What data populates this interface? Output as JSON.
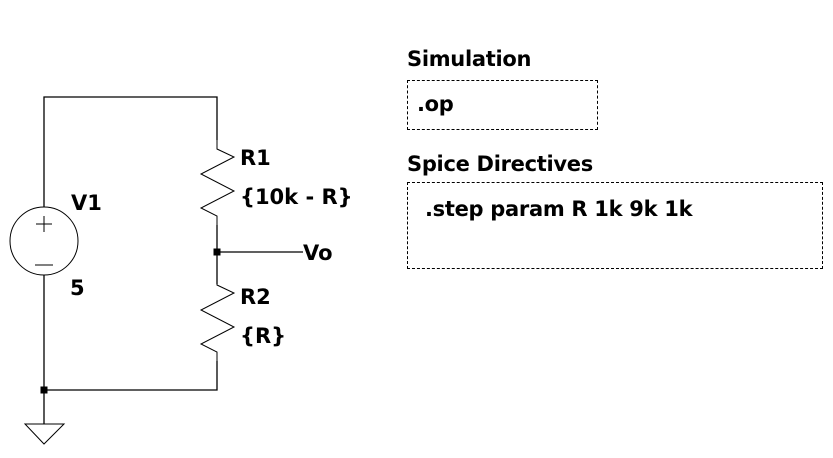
{
  "schematic": {
    "components": [
      {
        "ref": "V1",
        "type": "voltage-source",
        "value": "5"
      },
      {
        "ref": "R1",
        "type": "resistor",
        "value": "{10k - R}"
      },
      {
        "ref": "R2",
        "type": "resistor",
        "value": "{R}"
      }
    ],
    "net_labels": [
      "Vo"
    ],
    "ground": true
  },
  "labels": {
    "v1_name": "V1",
    "v1_value": "5",
    "r1_name": "R1",
    "r1_value": "{10k - R}",
    "r2_name": "R2",
    "r2_value": "{R}",
    "vo_net": "Vo",
    "plus_sign": "+",
    "minus_sign": "−"
  },
  "simulation": {
    "title": "Simulation",
    "command": ".op"
  },
  "spice_directives": {
    "title": "Spice Directives",
    "command": ".step param R 1k 9k 1k"
  }
}
